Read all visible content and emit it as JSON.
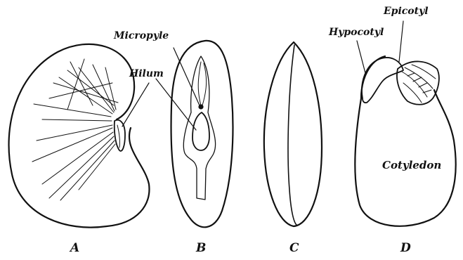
{
  "labels": {
    "micropyle": "Micropyle",
    "hilum": "Hilum",
    "epicotyl": "Epicotyl",
    "hypocotyl": "Hypocotyl",
    "cotyledon": "Cotyledon"
  },
  "captions": {
    "a": "A",
    "b": "B",
    "c": "C",
    "d": "D"
  },
  "colors": {
    "ink": "#111111",
    "background": "#ffffff"
  }
}
